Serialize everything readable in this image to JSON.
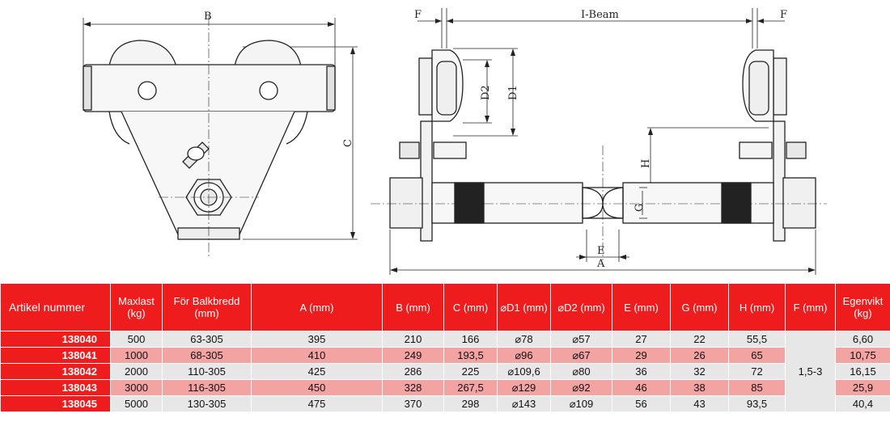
{
  "drawing": {
    "left_view": {
      "dim_width": "B",
      "dim_height": "C"
    },
    "right_view": {
      "dim_flange_left": "F",
      "dim_flange_right": "F",
      "dim_beam": "I-Beam",
      "dim_d1": "D1",
      "dim_d2": "D2",
      "dim_h": "H",
      "dim_g": "G",
      "dim_e": "E",
      "dim_a": "A"
    }
  },
  "table": {
    "headers": [
      "Artikel nummer",
      "Maxlast (kg)",
      "För Balkbredd (mm)",
      "A (mm)",
      "B (mm)",
      "C (mm)",
      "⌀D1 (mm)",
      "⌀D2 (mm)",
      "E (mm)",
      "G (mm)",
      "H (mm)",
      "F (mm)",
      "Egenvikt (kg)"
    ],
    "f_value": "1,5-3",
    "rows": [
      {
        "artikel": "138040",
        "maxlast": "500",
        "balkbredd": "63-305",
        "a": "395",
        "b": "210",
        "c": "166",
        "d1": "⌀78",
        "d2": "⌀57",
        "e": "27",
        "g": "22",
        "h": "55,5",
        "vikt": "6,60"
      },
      {
        "artikel": "138041",
        "maxlast": "1000",
        "balkbredd": "68-305",
        "a": "410",
        "b": "249",
        "c": "193,5",
        "d1": "⌀96",
        "d2": "⌀67",
        "e": "29",
        "g": "26",
        "h": "65",
        "vikt": "10,75"
      },
      {
        "artikel": "138042",
        "maxlast": "2000",
        "balkbredd": "110-305",
        "a": "425",
        "b": "286",
        "c": "225",
        "d1": "⌀109,6",
        "d2": "⌀80",
        "e": "36",
        "g": "32",
        "h": "72",
        "vikt": "16,15"
      },
      {
        "artikel": "138043",
        "maxlast": "3000",
        "balkbredd": "116-305",
        "a": "450",
        "b": "328",
        "c": "267,5",
        "d1": "⌀129",
        "d2": "⌀92",
        "e": "46",
        "g": "38",
        "h": "85",
        "vikt": "25,9"
      },
      {
        "artikel": "138045",
        "maxlast": "5000",
        "balkbredd": "130-305",
        "a": "475",
        "b": "370",
        "c": "298",
        "d1": "⌀143",
        "d2": "⌀109",
        "e": "56",
        "g": "43",
        "h": "93,5",
        "vikt": "40,4"
      }
    ]
  }
}
